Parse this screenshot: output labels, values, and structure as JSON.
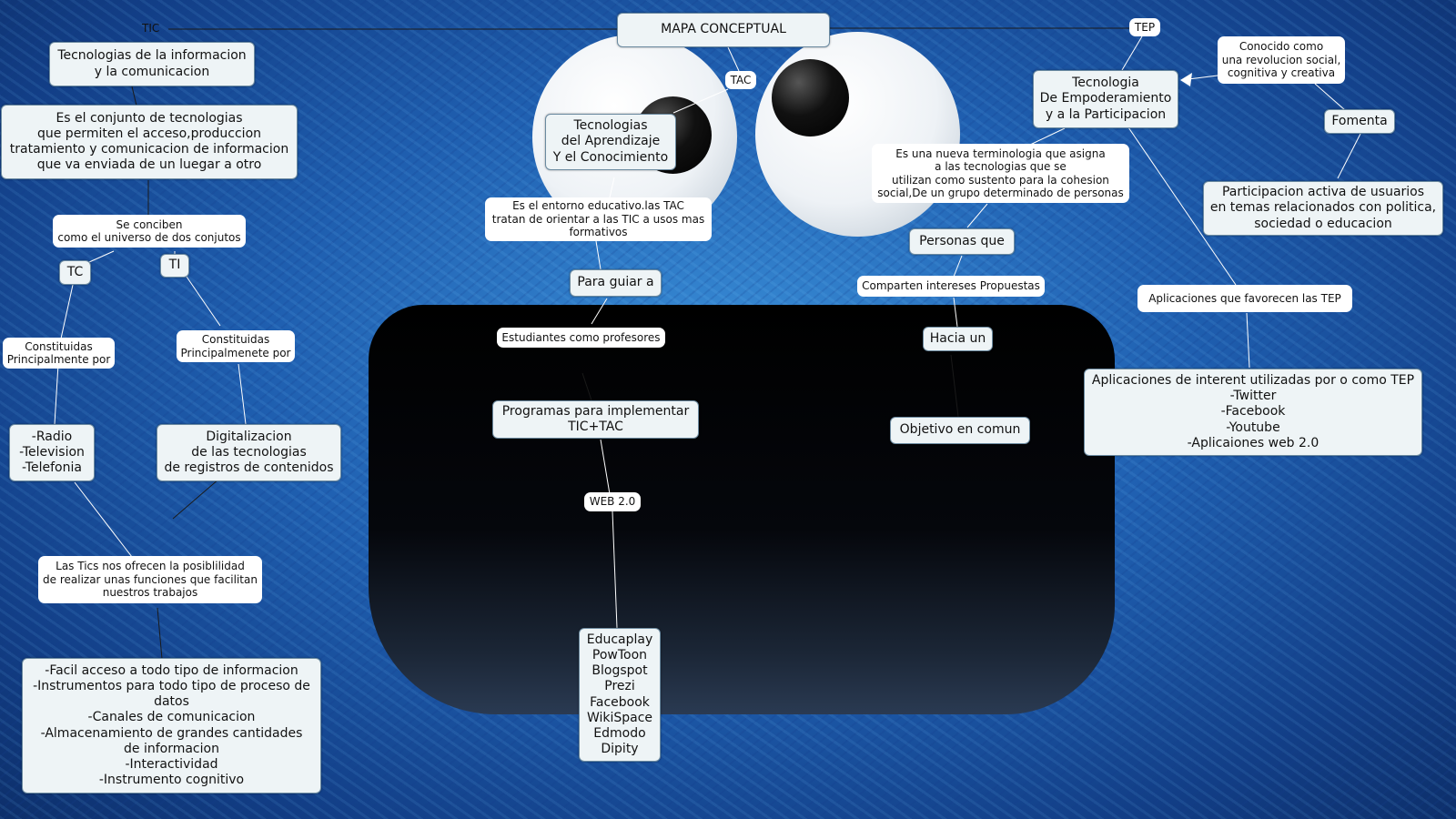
{
  "title": "MAPA CONCEPTUAL",
  "links_top": {
    "tic": "TIC",
    "tac": "TAC",
    "tep": "TEP"
  },
  "tic": {
    "name": "Tecnologias de la informacion\ny la comunicacion",
    "definition": "Es el conjunto de tecnologias\nque permiten el acceso,produccion\ntratamiento y comunicacion de informacion\nque va enviada de un luegar a otro",
    "se_conciben": "Se conciben\ncomo el universo de dos conjutos",
    "tc": "TC",
    "ti": "TI",
    "tc_const": "Constituidas\nPrincipalmente por",
    "ti_const": "Constituidas\nPrincipalmenete por",
    "tc_list": "-Radio\n-Television\n-Telefonia",
    "ti_list": "Digitalizacion\nde las tecnologias\nde registros de contenidos",
    "ofrecen": "Las Tics nos ofrecen la posiblilidad\nde realizar unas funciones que facilitan\nnuestros trabajos",
    "funciones": "-Facil acceso a todo tipo de  informacion\n-Instrumentos para todo tipo de proceso de\ndatos\n-Canales de comunicacion\n-Almacenamiento de grandes cantidades\nde informacion\n-Interactividad\n-Instrumento cognitivo"
  },
  "tac": {
    "name": "Tecnologias\ndel Aprendizaje\nY el Conocimiento",
    "definition": "Es el entorno educativo.las TAC\ntratan de orientar a las TIC a usos mas\nformativos",
    "guiar": "Para guiar a",
    "estudiantes": "Estudiantes como profesores",
    "programas": "Programas para implementar\nTIC+TAC",
    "web": "WEB 2.0",
    "tools": "Educaplay\nPowToon\nBlogspot\nPrezi\nFacebook\nWikiSpace\nEdmodo\nDipity"
  },
  "tep": {
    "name": "Tecnologia\nDe Empoderamiento\ny a la Participacion",
    "conocido": "Conocido como\nuna revolucion social,\ncognitiva y creativa",
    "fomenta": "Fomenta",
    "participacion": "Participacion activa de usuarios\nen temas relacionados con politica,\nsociedad o educacion",
    "definition": "Es una nueva terminologia que asigna\na las tecnologias que se\nutilizan como sustento para la cohesion\nsocial,De un grupo determinado de personas",
    "personas": "Personas que",
    "comparten": "Comparten intereses Propuestas",
    "hacia": "Hacia un",
    "objetivo": "Objetivo en comun",
    "apps_favorecen": "Aplicaciones que favorecen las TEP",
    "apps": "Aplicaciones de interent utilizadas por o como TEP\n-Twitter\n-Facebook\n-Youtube\n-Aplicaiones web 2.0"
  }
}
